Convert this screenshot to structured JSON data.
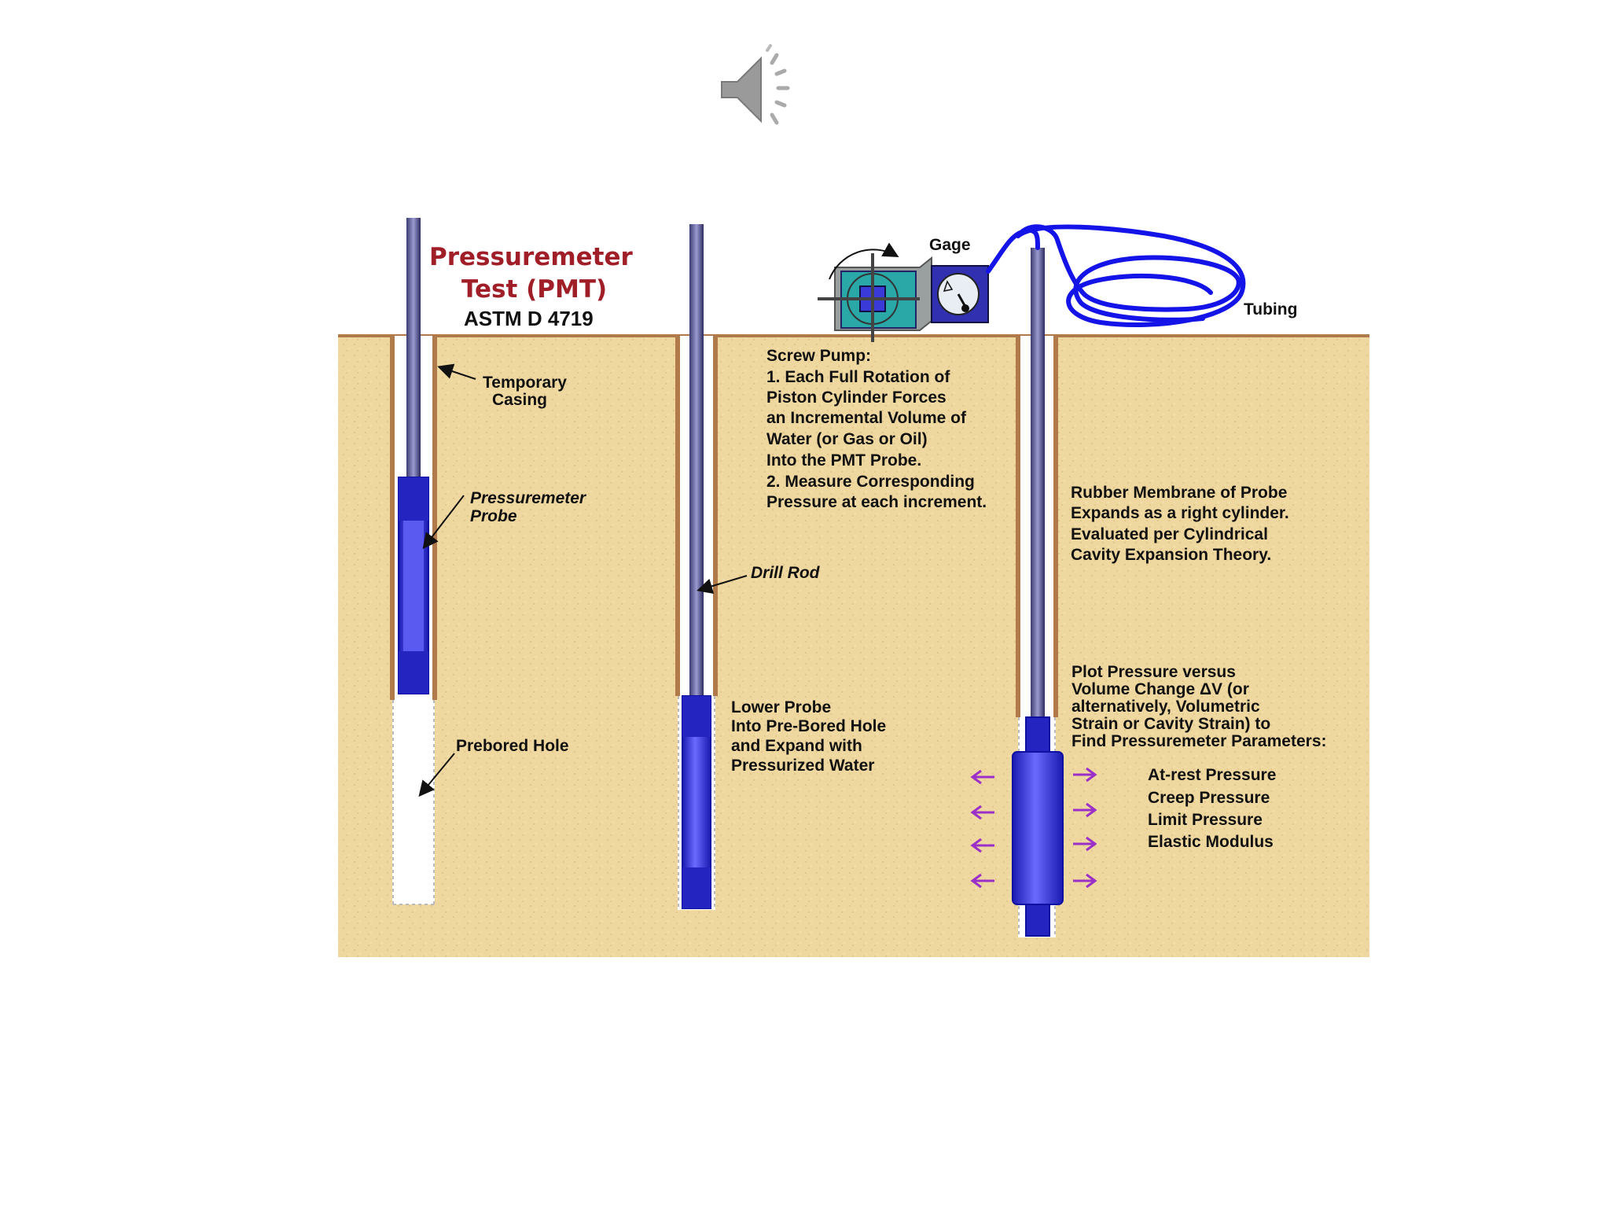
{
  "speaker": {
    "icon": "speaker-icon"
  },
  "diagram": {
    "title_line1": "Pressuremeter",
    "title_line2": "Test (PMT)",
    "standard": "ASTM D 4719",
    "temporary_casing": [
      "Temporary",
      "Casing"
    ],
    "pressuremeter_probe": [
      "Pressuremeter",
      "Probe"
    ],
    "prebored_hole": "Prebored Hole",
    "drill_rod": "Drill Rod",
    "gage": "Gage",
    "tubing": "Tubing",
    "screw_pump_text": [
      "Screw Pump:",
      "1.  Each Full Rotation of",
      "Piston Cylinder Forces",
      "an Incremental Volume of",
      "Water (or Gas or Oil)",
      "Into the PMT Probe.",
      "2.  Measure Corresponding",
      "Pressure at each increment."
    ],
    "lower_probe_text": [
      "Lower Probe",
      "Into Pre-Bored Hole",
      "and Expand with",
      "Pressurized Water"
    ],
    "membrane_text": [
      "Rubber Membrane of Probe",
      "Expands as a right cylinder.",
      "Evaluated per Cylindrical",
      "Cavity Expansion Theory."
    ],
    "plot_text": [
      "Plot Pressure versus",
      "Volume Change ΔV (or",
      "alternatively, Volumetric",
      "Strain or Cavity Strain) to",
      "Find Pressuremeter Parameters:"
    ],
    "parameters": [
      "At-rest Pressure",
      "Creep Pressure",
      "Limit Pressure",
      "Elastic Modulus"
    ],
    "colors": {
      "soil": "#efd7a0",
      "soil_edge": "#b07a4a",
      "probe": "#3a3ad8",
      "title": "#a01e28",
      "arrow": "#9b30c8"
    }
  }
}
